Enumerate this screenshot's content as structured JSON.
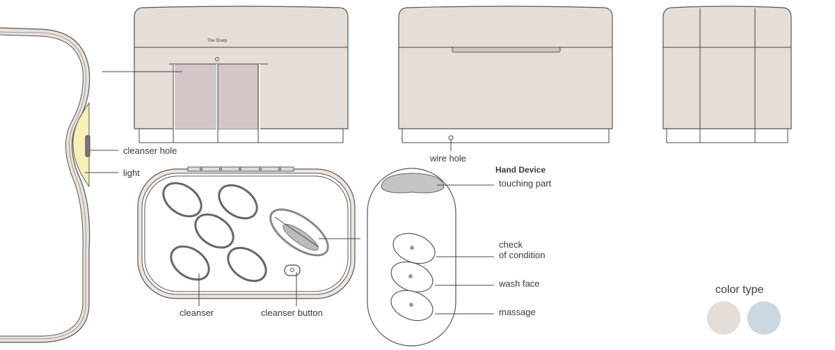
{
  "colors": {
    "beige": "#e5ddd7",
    "panel": "#d1c8c5",
    "light": "#f7eeb8",
    "blue": "#cbd8e1",
    "outline": "#555555"
  },
  "product": {
    "brand_text": "The Sharp"
  },
  "labels": {
    "cleanser_hole": "cleanser hole",
    "light": "light",
    "wire_hole": "wire hole",
    "cleanser": "cleanser",
    "cleanser_button": "cleanser button",
    "hand_device_title": "Hand Device",
    "touching_part": "touching part",
    "check_line1": "check",
    "check_line2": "of condition",
    "wash_face": "wash face",
    "massage": "massage",
    "color_type": "color type"
  },
  "color_swatches": [
    {
      "name": "beige",
      "hex": "#e5ddd7"
    },
    {
      "name": "blue",
      "hex": "#cbd8e1"
    }
  ]
}
